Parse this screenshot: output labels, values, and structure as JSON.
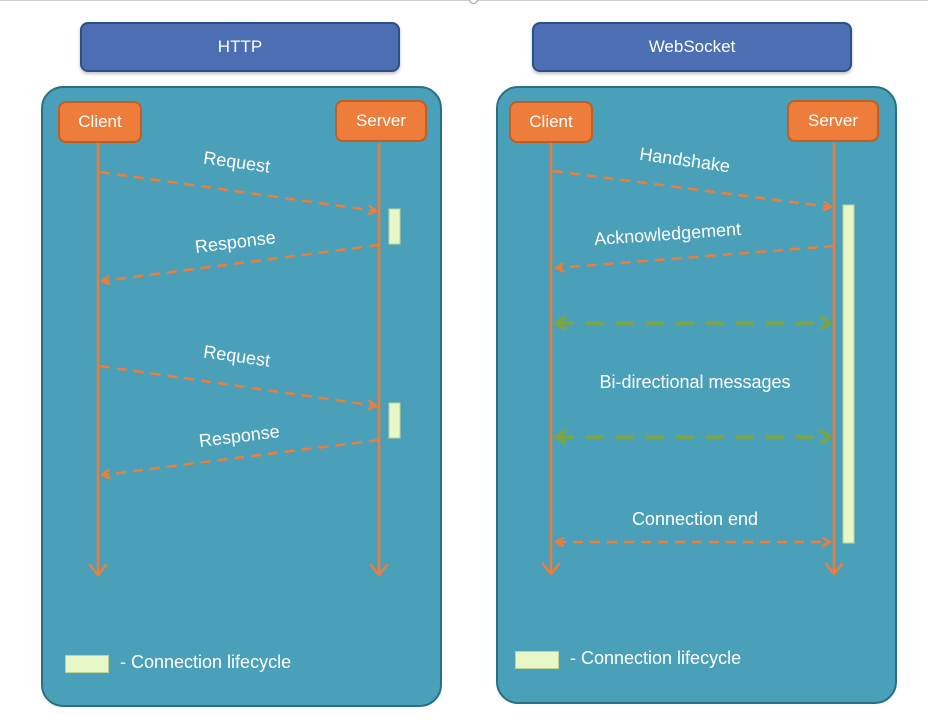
{
  "colors": {
    "panel": "#4aa0b9",
    "title_box": "#4b6fb2",
    "actor_box": "#ee7c3a",
    "lifeline": "#ee7c3a",
    "bidirectional_arrow": "#7ea53c",
    "lifecycle_bar": "#e8f7c8"
  },
  "http": {
    "title": "HTTP",
    "client": "Client",
    "server": "Server",
    "messages": [
      "Request",
      "Response",
      "Request",
      "Response"
    ],
    "legend": "- Connection lifecycle"
  },
  "websocket": {
    "title": "WebSocket",
    "client": "Client",
    "server": "Server",
    "handshake": "Handshake",
    "acknowledgement": "Acknowledgement",
    "bidirectional": "Bi-directional messages",
    "connection_end": "Connection end",
    "legend": "- Connection lifecycle"
  }
}
